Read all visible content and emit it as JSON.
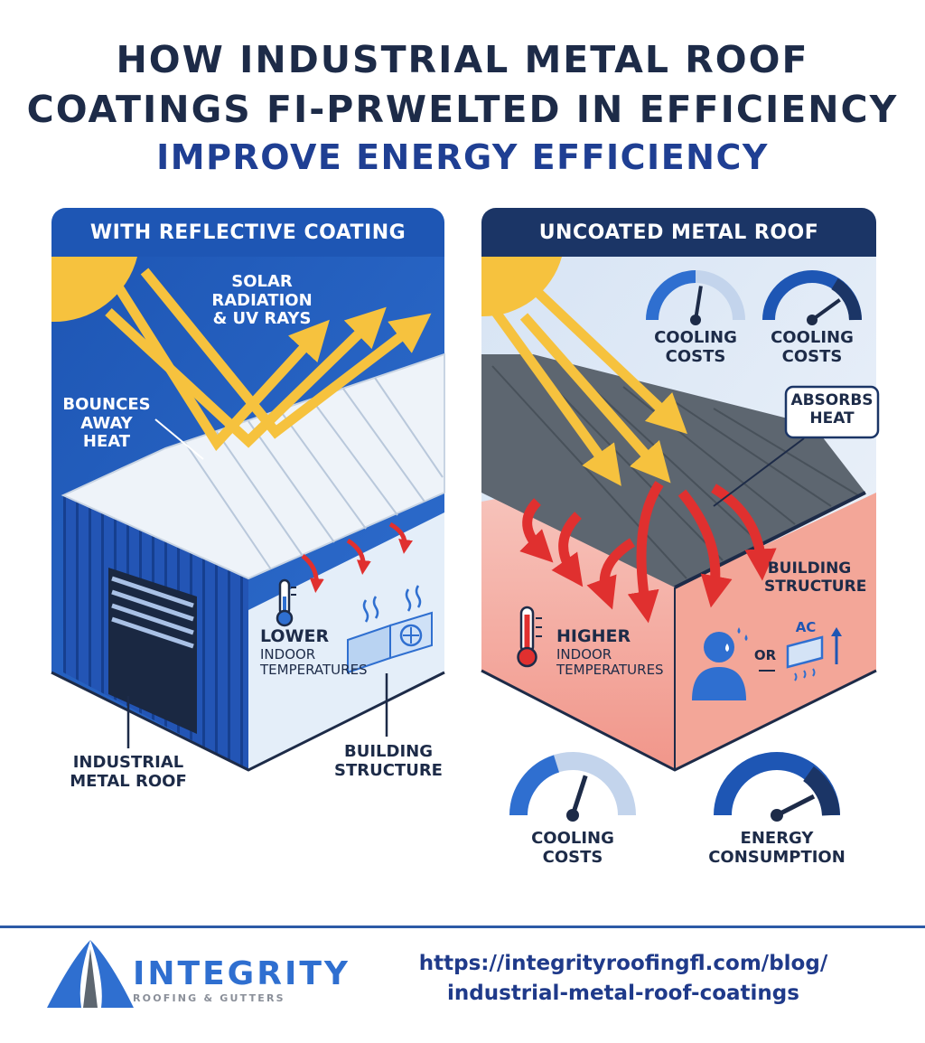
{
  "title": {
    "line1": "HOW INDUSTRIAL METAL ROOF",
    "line2": "COATINGS FI-PRWELTED IN EFFICIENCY",
    "line3": "IMPROVE ENERGY EFFICIENCY"
  },
  "left_panel": {
    "header": "WITH REFLECTIVE COATING",
    "solar_label_1": "SOLAR RADIATION",
    "solar_label_2": "& UV RAYS",
    "bounces_1": "BOUNCES",
    "bounces_2": "AWAY HEAT",
    "lower_1": "LOWER",
    "lower_2": "INDOOR",
    "lower_3": "TEMPERATURES",
    "roof_1": "INDUSTRIAL",
    "roof_2": "METAL ROOF",
    "structure_1": "BUILDING",
    "structure_2": "STRUCTURE"
  },
  "right_panel": {
    "header": "UNCOATED METAL ROOF",
    "gauge1_1": "COOLING",
    "gauge1_2": "COSTS",
    "gauge2_1": "COOLING",
    "gauge2_2": "COSTS",
    "absorbs_1": "ABSORBS",
    "absorbs_2": "HEAT",
    "structure_1": "BUILDING",
    "structure_2": "STRUCTURE",
    "higher_1": "HIGHER",
    "higher_2": "INDOOR",
    "higher_3": "TEMPERATURES",
    "or": "OR",
    "ac": "AC"
  },
  "bottom_gauges": {
    "g1_1": "COOLING",
    "g1_2": "COSTS",
    "g2_1": "ENERGY",
    "g2_2": "CONSUMPTION"
  },
  "footer": {
    "brand": "INTEGRITY",
    "brand_sub": "ROOFING & GUTTERS",
    "url_1": "https://integrityroofingfl.com/blog/",
    "url_2": "industrial-metal-roof-coatings"
  },
  "colors": {
    "navy": "#1d2b48",
    "blue": "#1e56b4",
    "dark_navy": "#1b3566",
    "sun": "#f6c23e",
    "heat": "#e0302f"
  },
  "gauges": {
    "top_left_level": 0.55,
    "top_right_level": 0.8,
    "bottom_left_level": 0.6,
    "bottom_right_level": 0.85
  }
}
